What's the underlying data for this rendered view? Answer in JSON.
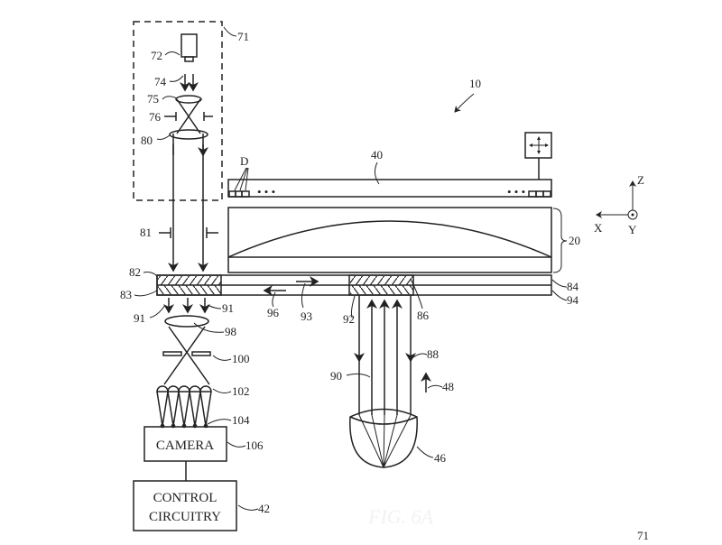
{
  "figure": {
    "labels": {
      "l10": "10",
      "l71": "71",
      "l72": "72",
      "l74": "74",
      "l75": "75",
      "l76": "76",
      "l80": "80",
      "lD": "D",
      "l40": "40",
      "l81": "81",
      "l20": "20",
      "l82": "82",
      "l83": "83",
      "l84": "84",
      "l94": "94",
      "l86": "86",
      "l92": "92",
      "l93": "93",
      "l96": "96",
      "l91a": "91",
      "l91b": "91",
      "l98": "98",
      "l100": "100",
      "l102": "102",
      "l104": "104",
      "l106": "106",
      "l42": "42",
      "l88": "88",
      "l90": "90",
      "l48": "48",
      "l46": "46"
    },
    "axes": {
      "z": "Z",
      "x": "X",
      "y": "Y"
    },
    "camera_label": "CAMERA",
    "control_label_line1": "CONTROL",
    "control_label_line2": "CIRCUITRY",
    "caption": "FIG. 6A",
    "page_number": "71"
  }
}
